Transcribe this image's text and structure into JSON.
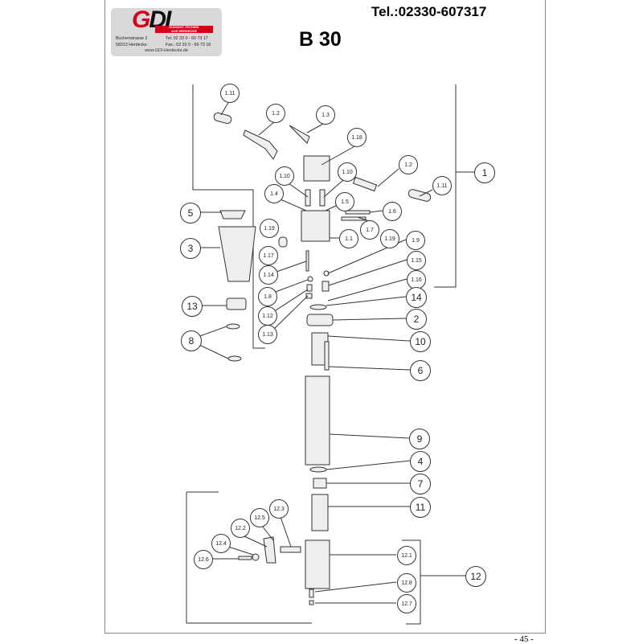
{
  "header": {
    "logo": {
      "brand": "GDI",
      "tagline_1": "DIAMANT-TECHNIK",
      "tagline_2": "AUS HERDECKE",
      "street": "Buchenstrasse 2",
      "city": "58313 Herdecke",
      "tel": "Tel:   02 33 0 - 60 73 17",
      "fax": "Fax.: 02 33 0 - 60 73 18",
      "web": "www.GDI-Herdecke.de"
    },
    "phone": "Tel.:02330-607317",
    "title": "B 30"
  },
  "callouts": [
    "1.11",
    "1.2",
    "1.3",
    "1.18",
    "1.10",
    "1.10",
    "1.2",
    "1",
    "1.11",
    "1.4",
    "1.5",
    "1.6",
    "5",
    "1.19",
    "1.7",
    "1.1",
    "1.19",
    "1.9",
    "3",
    "1.17",
    "1.15",
    "1.14",
    "1.16",
    "1.8",
    "14",
    "13",
    "1.12",
    "2",
    "8",
    "1.13",
    "10",
    "6",
    "9",
    "4",
    "7",
    "11",
    "12.3",
    "12.5",
    "12.2",
    "12.4",
    "12.1",
    "12.6",
    "12",
    "12.8",
    "12.7"
  ],
  "footer": {
    "page": "- 45 -"
  }
}
